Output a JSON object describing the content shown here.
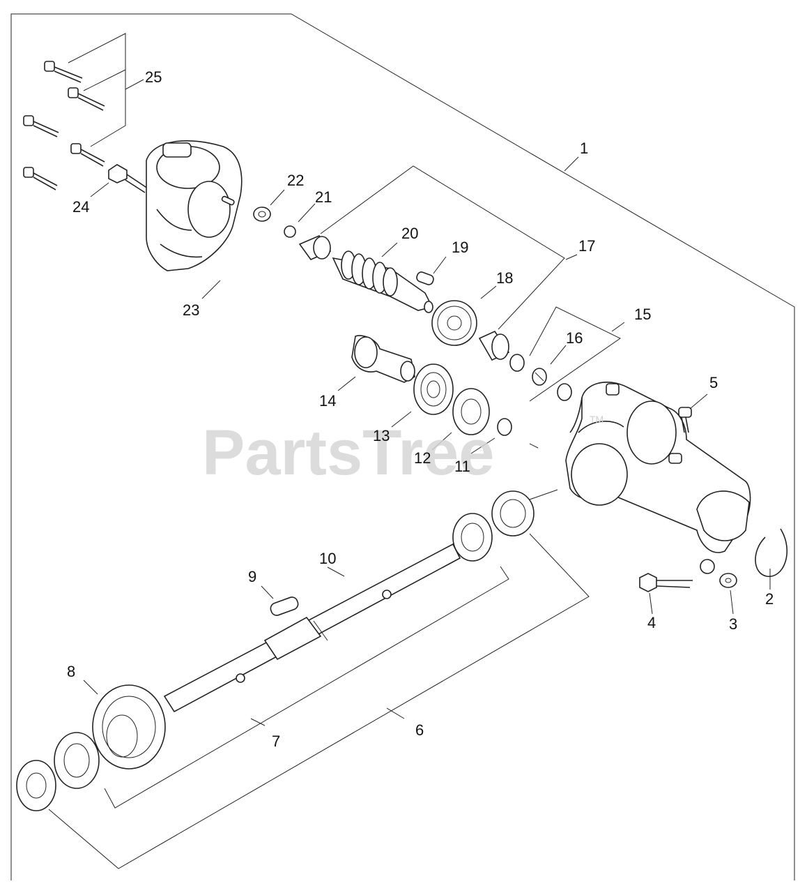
{
  "watermark": {
    "text": "PartsTree",
    "trademark": "TM"
  },
  "callouts": [
    {
      "id": "1",
      "label": "1"
    },
    {
      "id": "2",
      "label": "2"
    },
    {
      "id": "3",
      "label": "3"
    },
    {
      "id": "4",
      "label": "4"
    },
    {
      "id": "5",
      "label": "5"
    },
    {
      "id": "6",
      "label": "6"
    },
    {
      "id": "7",
      "label": "7"
    },
    {
      "id": "8",
      "label": "8"
    },
    {
      "id": "9",
      "label": "9"
    },
    {
      "id": "10",
      "label": "10"
    },
    {
      "id": "11",
      "label": "11"
    },
    {
      "id": "12",
      "label": "12"
    },
    {
      "id": "13",
      "label": "13"
    },
    {
      "id": "14",
      "label": "14"
    },
    {
      "id": "15",
      "label": "15"
    },
    {
      "id": "16",
      "label": "16"
    },
    {
      "id": "17",
      "label": "17"
    },
    {
      "id": "18",
      "label": "18"
    },
    {
      "id": "19",
      "label": "19"
    },
    {
      "id": "20",
      "label": "20"
    },
    {
      "id": "21",
      "label": "21"
    },
    {
      "id": "22",
      "label": "22"
    },
    {
      "id": "23",
      "label": "23"
    },
    {
      "id": "24",
      "label": "24"
    },
    {
      "id": "25",
      "label": "25"
    }
  ],
  "colors": {
    "line": "#222222",
    "watermark": "#d6d6d6",
    "background": "#ffffff"
  }
}
